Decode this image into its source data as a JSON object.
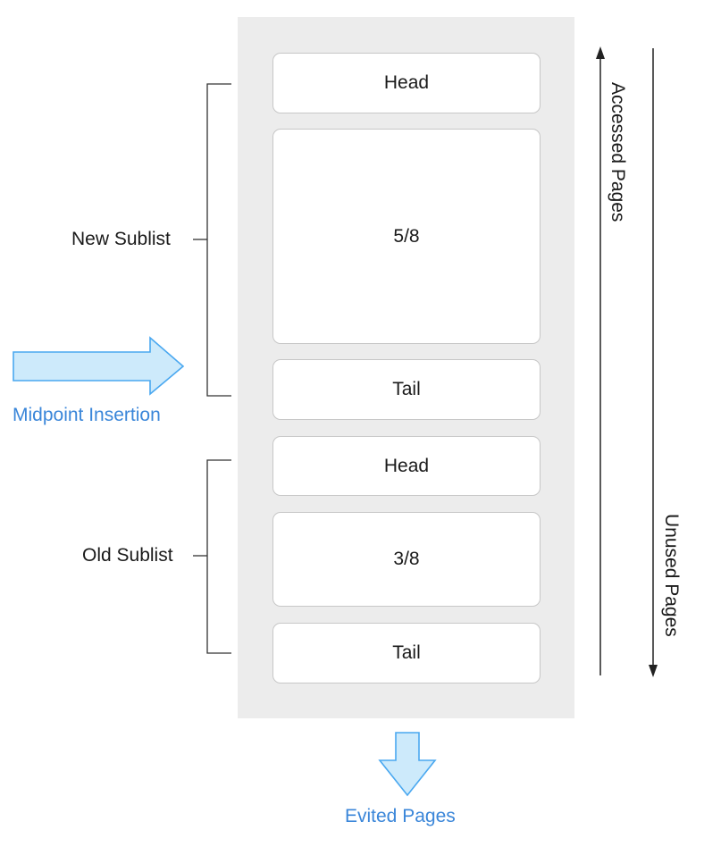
{
  "new_sublist": {
    "label": "New Sublist",
    "head": "Head",
    "body": "5/8",
    "tail": "Tail"
  },
  "old_sublist": {
    "label": "Old Sublist",
    "head": "Head",
    "body": "3/8",
    "tail": "Tail"
  },
  "midpoint_insertion": "Midpoint Insertion",
  "evicted_pages": "Evited Pages",
  "accessed_pages": "Accessed Pages",
  "unused_pages": "Unused Pages",
  "colors": {
    "arrow_fill": "#cdeafb",
    "arrow_stroke": "#4aa8f0",
    "accent_text": "#3a86d9",
    "panel": "#ececec"
  }
}
